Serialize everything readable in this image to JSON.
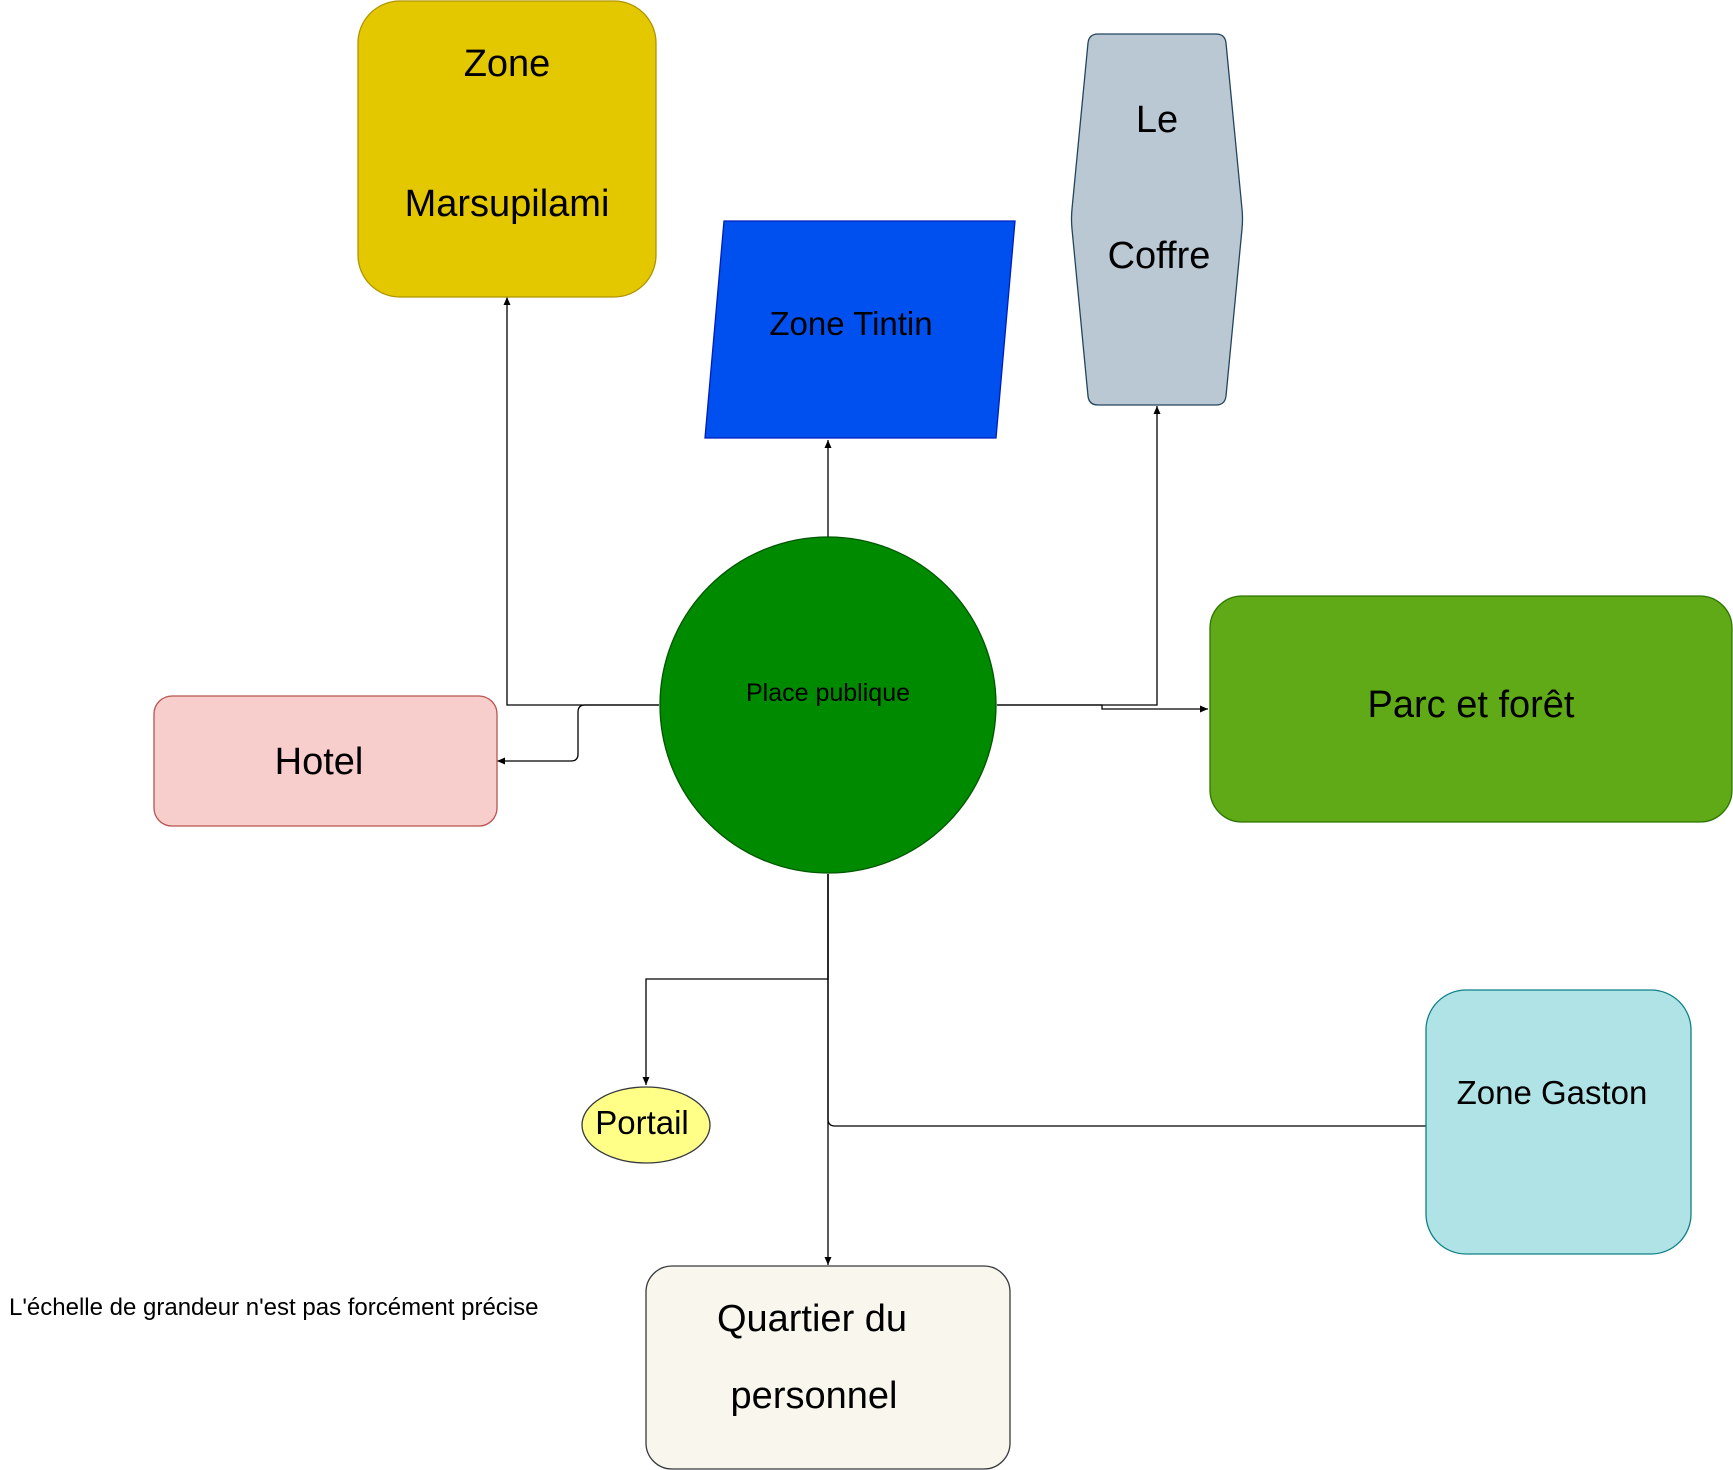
{
  "nodes": {
    "zone_marsupilami": {
      "line1": "Zone",
      "line2": "Marsupilami",
      "fill": "#e3c800",
      "stroke": "#b09500"
    },
    "zone_tintin": {
      "label": "Zone Tintin",
      "fill": "#0050ef",
      "stroke": "#001dbc"
    },
    "le_coffre": {
      "line1": "Le",
      "line2": "Coffre",
      "fill": "#bac8d3",
      "stroke": "#23445d"
    },
    "place_publique": {
      "label": "Place publique",
      "fill": "#008a00",
      "stroke": "#005700"
    },
    "hotel": {
      "label": "Hotel",
      "fill": "#f8cecc",
      "stroke": "#b85450"
    },
    "parc_et_foret": {
      "label": "Parc et forêt",
      "fill": "#60a917",
      "stroke": "#2d7600"
    },
    "zone_gaston": {
      "label": "Zone Gaston",
      "fill": "#b0e3e6",
      "stroke": "#0e8088"
    },
    "portail": {
      "label": "Portail",
      "fill": "#ffff88",
      "stroke": "#36393d"
    },
    "quartier_personnel": {
      "line1": "Quartier du",
      "line2": "personnel",
      "fill": "#f9f7ed",
      "stroke": "#36393d"
    }
  },
  "edges": [
    {
      "from": "place_publique",
      "to": "zone_marsupilami"
    },
    {
      "from": "place_publique",
      "to": "zone_tintin"
    },
    {
      "from": "place_publique",
      "to": "le_coffre"
    },
    {
      "from": "place_publique",
      "to": "hotel"
    },
    {
      "from": "place_publique",
      "to": "parc_et_foret"
    },
    {
      "from": "place_publique",
      "to": "portail"
    },
    {
      "from": "place_publique",
      "to": "quartier_personnel"
    },
    {
      "from": "zone_gaston",
      "to": "place_publique"
    }
  ],
  "note": "L'échelle de grandeur n'est pas forcément précise"
}
